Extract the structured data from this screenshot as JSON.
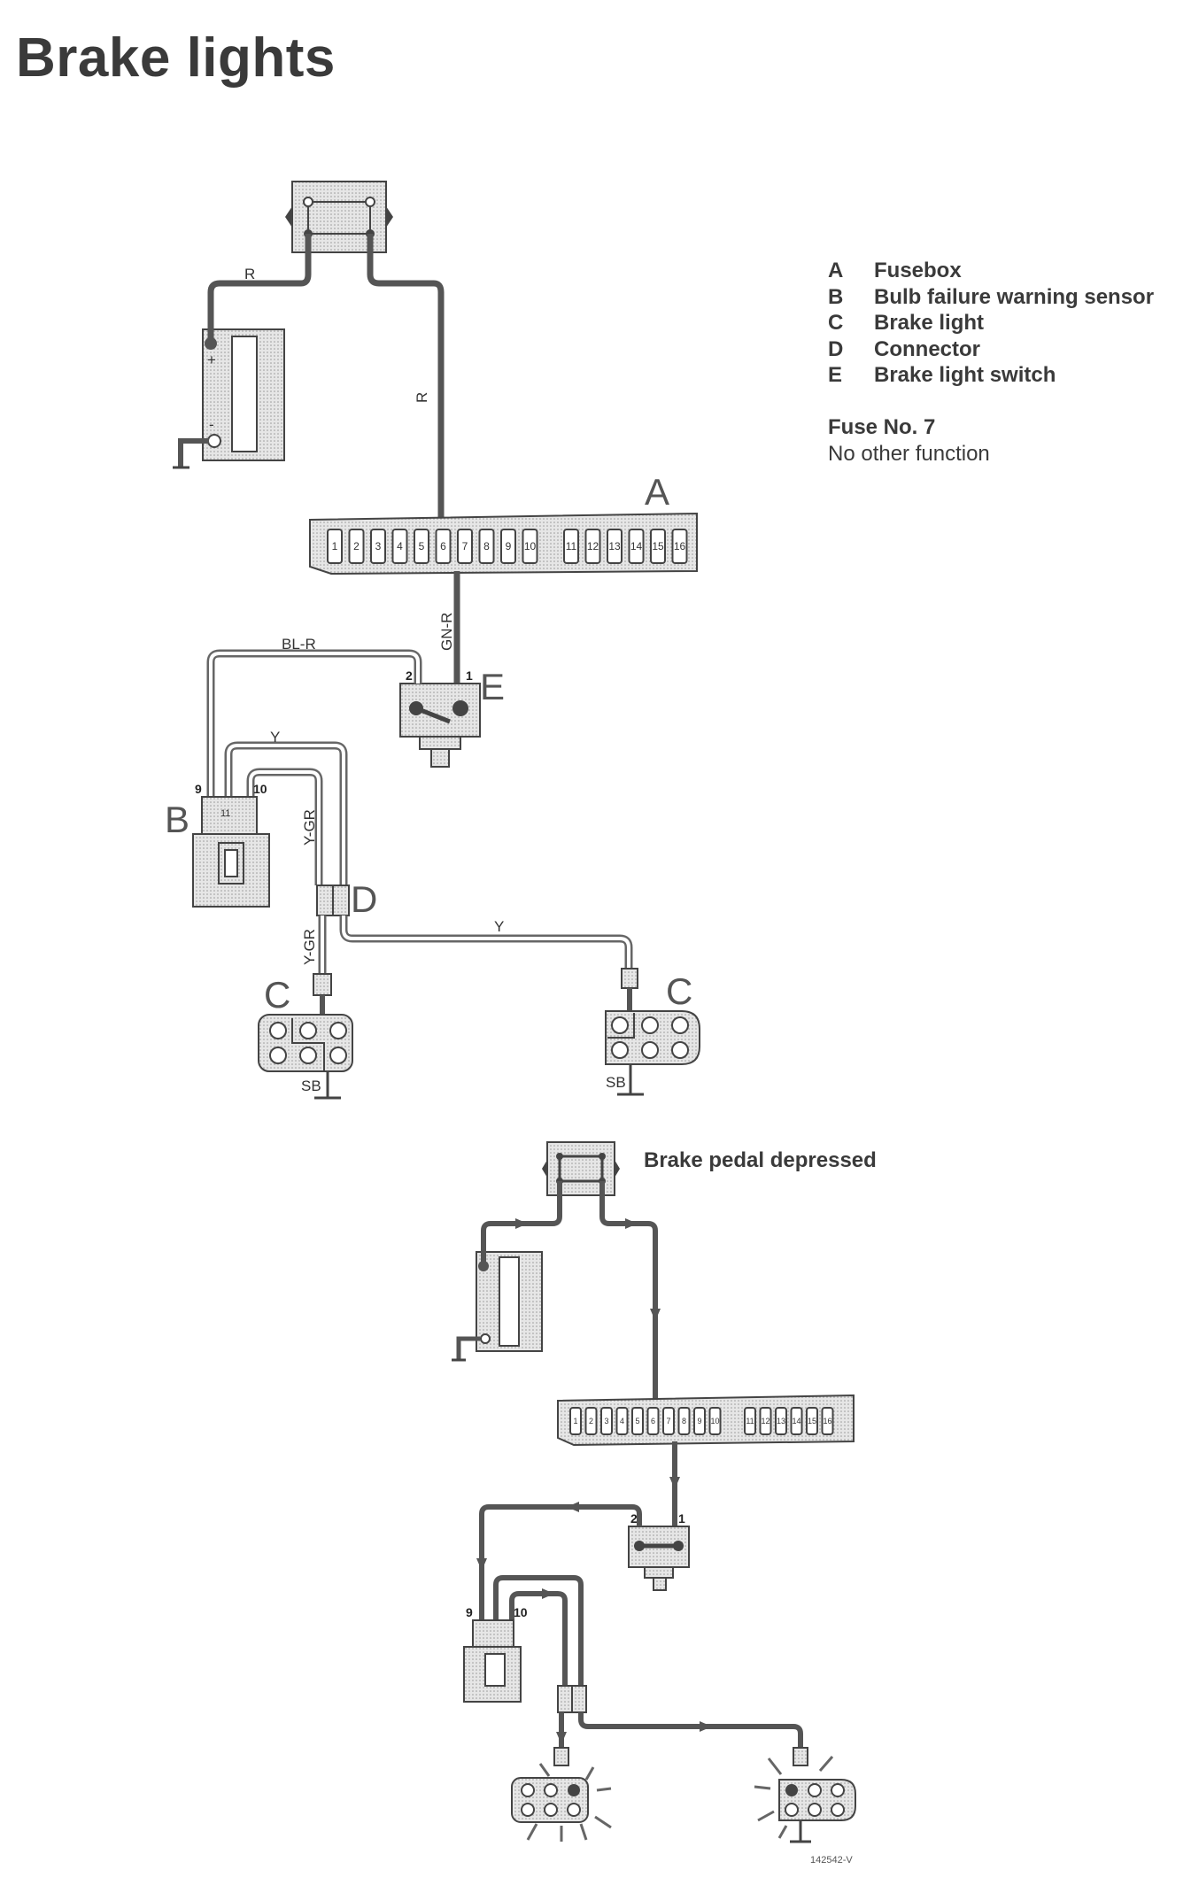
{
  "title": "Brake lights",
  "legend": [
    {
      "key": "A",
      "text": "Fusebox"
    },
    {
      "key": "B",
      "text": "Bulb failure warning sensor"
    },
    {
      "key": "C",
      "text": "Brake light"
    },
    {
      "key": "D",
      "text": "Connector"
    },
    {
      "key": "E",
      "text": "Brake light switch"
    }
  ],
  "fuse_info": {
    "number": "Fuse No. 7",
    "note": "No other function"
  },
  "component_labels": {
    "fusebox": "A",
    "sensor": "B",
    "brake_light": "C",
    "connector": "D",
    "switch": "E"
  },
  "wire_labels": {
    "battery_red": "R",
    "fusebox_red": "R",
    "switch_feed": "GN-R",
    "switch_to_sensor": "BL-R",
    "sensor_yellow": "Y",
    "sensor_y_gr": "Y-GR",
    "lamp_y_gr": "Y-GR",
    "lamp_yellow": "Y",
    "ground_left": "SB",
    "ground_right": "SB"
  },
  "pin_labels": {
    "switch_pin_2": "2",
    "switch_pin_1": "1",
    "sensor_pin_9": "9",
    "sensor_pin_10": "10",
    "sensor_pin_11": "11"
  },
  "fuse_numbers": [
    "1",
    "2",
    "3",
    "4",
    "5",
    "6",
    "7",
    "8",
    "9",
    "10",
    "11",
    "12",
    "13",
    "14",
    "15",
    "16"
  ],
  "lower_diagram": {
    "caption": "Brake pedal depressed"
  },
  "reference_number": "142542-V",
  "colors": {
    "wire_energized": "#555555",
    "wire_outline": "#888888",
    "component_fill": "#d9d9d9",
    "ink": "#333333"
  }
}
